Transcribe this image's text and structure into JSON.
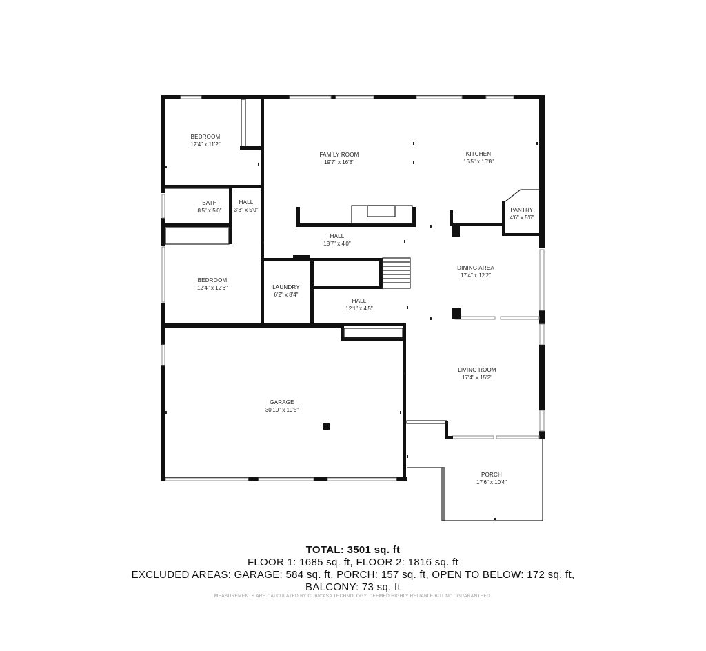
{
  "rooms": {
    "bedroom1": {
      "name": "BEDROOM",
      "dims": "12'4\" x 11'2\""
    },
    "family_room": {
      "name": "FAMILY ROOM",
      "dims": "19'7\" x 16'8\""
    },
    "kitchen": {
      "name": "KITCHEN",
      "dims": "16'5\" x 16'8\""
    },
    "bath": {
      "name": "BATH",
      "dims": "8'5\" x 5'0\""
    },
    "hall1": {
      "name": "HALL",
      "dims": "3'8\" x 5'0\""
    },
    "pantry": {
      "name": "PANTRY",
      "dims": "4'6\" x 5'6\""
    },
    "hall2": {
      "name": "HALL",
      "dims": "18'7\" x 4'0\""
    },
    "dining_area": {
      "name": "DINING AREA",
      "dims": "17'4\" x 12'2\""
    },
    "bedroom2": {
      "name": "BEDROOM",
      "dims": "12'4\" x 12'6\""
    },
    "laundry": {
      "name": "LAUNDRY",
      "dims": "6'2\" x 8'4\""
    },
    "hall3": {
      "name": "HALL",
      "dims": "12'1\" x 4'5\""
    },
    "living_room": {
      "name": "LIVING ROOM",
      "dims": "17'4\" x 15'2\""
    },
    "garage": {
      "name": "GARAGE",
      "dims": "30'10\" x 19'5\""
    },
    "porch": {
      "name": "PORCH",
      "dims": "17'6\" x 10'4\""
    }
  },
  "summary": {
    "total": "TOTAL: 3501 sq. ft",
    "floors": "FLOOR 1: 1685 sq. ft, FLOOR 2: 1816 sq. ft",
    "excluded": "EXCLUDED AREAS: GARAGE: 584 sq. ft, PORCH: 157 sq. ft, OPEN TO BELOW: 172 sq. ft,",
    "balcony": "BALCONY: 73 sq. ft",
    "disclaimer": "MEASUREMENTS ARE CALCULATED BY CUBICASA TECHNOLOGY. DEEMED HIGHLY RELIABLE BUT NOT GUARANTEED."
  }
}
